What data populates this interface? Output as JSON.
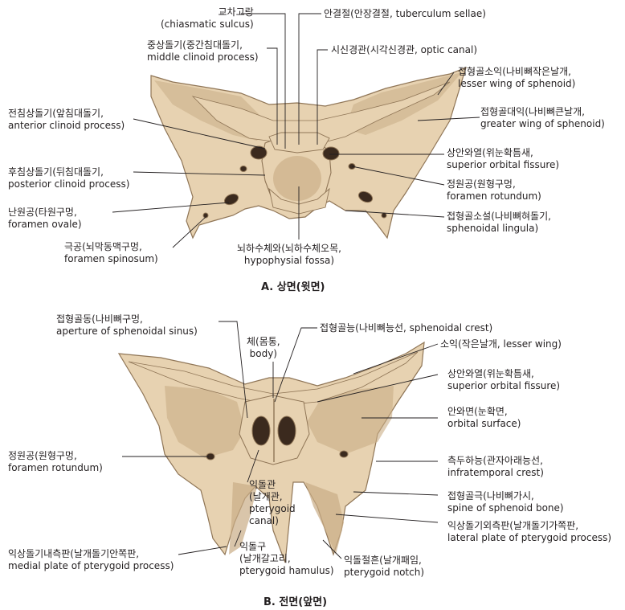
{
  "colors": {
    "bone": "#e7d2b1",
    "bone_shade": "#c9ad86",
    "bone_dark": "#8f7556",
    "hole": "#3b2a1e",
    "leader": "#231f20"
  },
  "top": {
    "caption": "A. 상면(윗면)",
    "labels": {
      "chiasmatic_sulcus": {
        "ko": "교차고랑",
        "en": "(chiasmatic sulcus)"
      },
      "tuberculum_sellae": {
        "ko": "안결절(안장결절, tuberculum sellae)"
      },
      "middle_clinoid": {
        "ko": "중상돌기(중간침대돌기,",
        "en": "middle clinoid process)"
      },
      "optic_canal": {
        "ko": "시신경관(시각신경관, optic canal)"
      },
      "lesser_wing": {
        "ko": "접형골소익(나비뼈작은날개,",
        "en": "lesser wing of sphenoid)"
      },
      "anterior_clinoid": {
        "ko": "전침상돌기(앞침대돌기,",
        "en": "anterior clinoid process)"
      },
      "greater_wing": {
        "ko": "접형골대익(나비뼈큰날개,",
        "en": "greater wing of sphenoid)"
      },
      "sup_orbital_fissure": {
        "ko": "상안와열(위눈확틈새,",
        "en": "superior orbital fissure)"
      },
      "posterior_clinoid": {
        "ko": "후침상돌기(뒤침대돌기,",
        "en": "posterior clinoid process)"
      },
      "foramen_rotundum": {
        "ko": "정원공(원형구멍,",
        "en": "foramen rotundum)"
      },
      "foramen_ovale": {
        "ko": "난원공(타원구멍,",
        "en": "foramen ovale)"
      },
      "sphenoidal_lingula": {
        "ko": "접형골소설(나비뼈혀돌기,",
        "en": "sphenoidal lingula)"
      },
      "foramen_spinosum": {
        "ko": "극공(뇌막동맥구멍,",
        "en": "foramen spinosum)"
      },
      "hypophysial_fossa": {
        "ko": "뇌하수체와(뇌하수체오목,",
        "en": "hypophysial fossa)"
      }
    }
  },
  "bottom": {
    "caption": "B. 전면(앞면)",
    "labels": {
      "sphenoidal_sinus": {
        "ko": "접형골동(나비뼈구멍,",
        "en": "aperture of sphenoidal sinus)"
      },
      "body": {
        "ko": "체(몸통,",
        "en": "body)"
      },
      "sphenoidal_crest": {
        "ko": "접형골능(나비뼈능선, sphenoidal crest)"
      },
      "lesser_wing": {
        "ko": "소익(작은날개, lesser wing)"
      },
      "sup_orbital_fissure": {
        "ko": "상안와열(위눈확틈새,",
        "en": "superior orbital fissure)"
      },
      "orbital_surface": {
        "ko": "안와면(눈확면,",
        "en": "orbital surface)"
      },
      "foramen_rotundum": {
        "ko": "정원공(원형구멍,",
        "en": "foramen rotundum)"
      },
      "infratemporal_crest": {
        "ko": "측두하능(관자아래능선,",
        "en": "infratemporal crest)"
      },
      "pterygoid_canal": {
        "l1": "익돌관",
        "l2": "(날개관,",
        "l3": "pterygoid",
        "l4": "canal)"
      },
      "spine_sphenoid": {
        "ko": "접형골극(나비뼈가시,",
        "en": "spine of sphenoid bone)"
      },
      "lateral_plate": {
        "ko": "익상돌기외측판(날개돌기가쪽판,",
        "en": "lateral plate of pterygoid process)"
      },
      "pterygoid_hamulus": {
        "l1": "익돌구",
        "l2": "(날개갈고리,",
        "l3": "pterygoid hamulus)"
      },
      "medial_plate": {
        "ko": "익상돌기내측판(날개돌기안쪽판,",
        "en": "medial plate of pterygoid process)"
      },
      "pterygoid_notch": {
        "ko": "익돌절흔(날개패임,",
        "en": "pterygoid notch)"
      }
    }
  }
}
